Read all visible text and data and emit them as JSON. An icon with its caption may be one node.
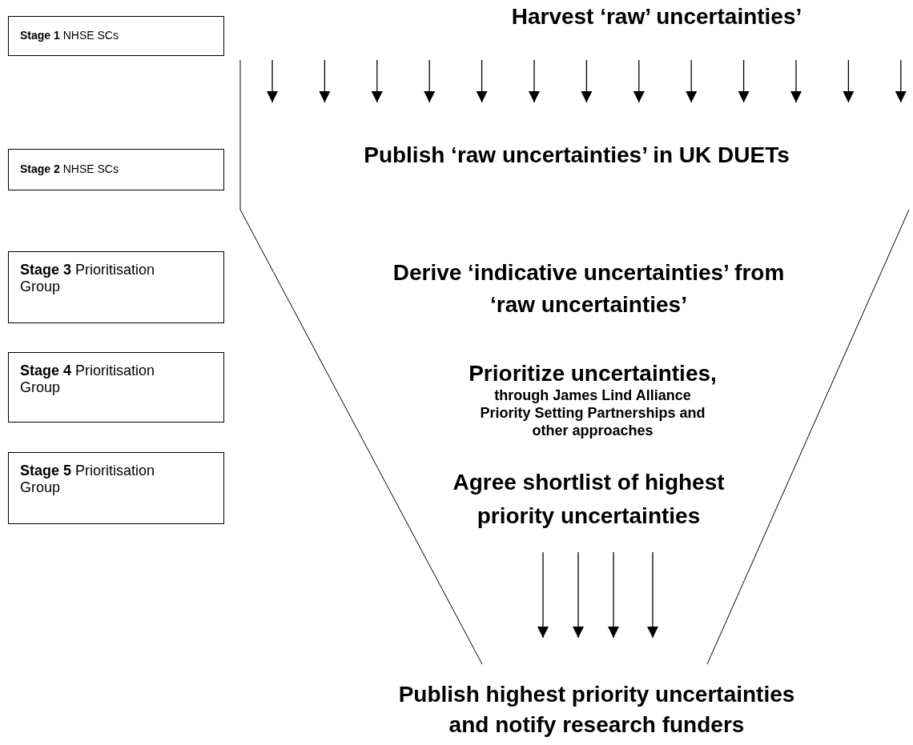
{
  "diagram": {
    "nodes": [
      {
        "text": [
          "**Stage 1** NHSE SCs"
        ]
      },
      {
        "text": [
          "**Stage 2** NHSE SCs"
        ]
      },
      {
        "text": [
          "**Stage 3** Prioritisation Group"
        ]
      },
      {
        "text": [
          "**Stage 4** Prioritisation Group"
        ]
      },
      {
        "text": [
          "**Stage 5** Prioritisation Group"
        ]
      },
      {
        "text": [
          "Harvest ‘raw’ uncertainties’"
        ]
      },
      {
        "text": [
          "Publish ‘raw uncertainties’ in UK DUETs"
        ]
      },
      {
        "text": [
          "Derive ‘indicative uncertainties’ from ‘raw uncertainties’"
        ]
      },
      {
        "text": [
          "Prioritize uncertainties,",
          "through James Lind Alliance Priority Setting Partnerships and other approaches"
        ]
      },
      {
        "text": [
          "Agree shortlist of highest priority uncertainties"
        ]
      },
      {
        "text": [
          "Publish highest priority uncertainties and notify research funders"
        ]
      }
    ],
    "edges": [
      {
        "from": 5,
        "to": 6,
        "arrow": "to"
      },
      {
        "from": 5,
        "to": 6,
        "arrow": "to"
      },
      {
        "from": 5,
        "to": 6,
        "arrow": "to"
      },
      {
        "from": 5,
        "to": 6,
        "arrow": "to"
      },
      {
        "from": 5,
        "to": 6,
        "arrow": "to"
      },
      {
        "from": 5,
        "to": 6,
        "arrow": "to"
      },
      {
        "from": 5,
        "to": 6,
        "arrow": "to"
      },
      {
        "from": 5,
        "to": 6,
        "arrow": "to"
      },
      {
        "from": 5,
        "to": 6,
        "arrow": "to"
      },
      {
        "from": 5,
        "to": 6,
        "arrow": "to"
      },
      {
        "from": 5,
        "to": 6,
        "arrow": "to"
      },
      {
        "from": 5,
        "to": 6,
        "arrow": "to"
      },
      {
        "from": 5,
        "to": 6,
        "arrow": "to"
      },
      {
        "from": 9,
        "to": 10,
        "arrow": "to"
      },
      {
        "from": 9,
        "to": 10,
        "arrow": "to"
      },
      {
        "from": 9,
        "to": 10,
        "arrow": "to"
      },
      {
        "from": 9,
        "to": 10,
        "arrow": "to"
      }
    ]
  }
}
